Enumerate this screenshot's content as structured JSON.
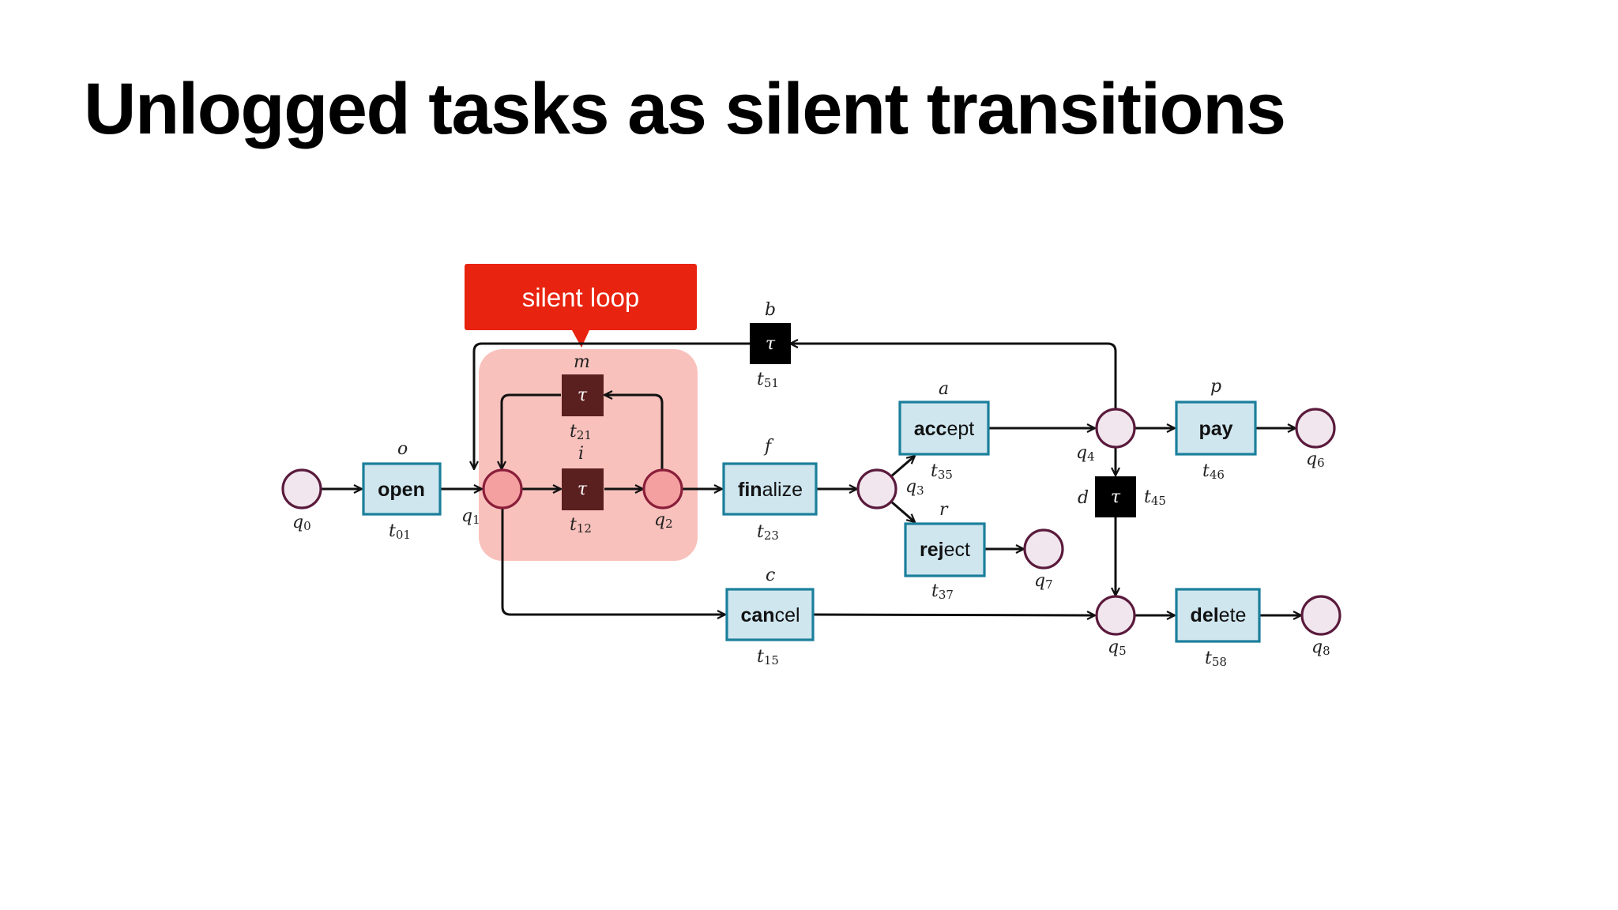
{
  "slide": {
    "title": "Unlogged tasks as silent transitions"
  },
  "callout": {
    "text": "silent loop"
  },
  "tau_symbol": "τ",
  "colors": {
    "highlight": "#f8b6b0",
    "callout": "#e8230f",
    "place_fill": "#f1e6ee",
    "place_stroke": "#5a1a3c",
    "transition_fill": "#cfe6ef",
    "transition_stroke": "#1b7f9b",
    "silent_transition": "#000000",
    "silent_loop_transition": "#5a1f1f"
  },
  "places": [
    {
      "id": "q0",
      "name": "q",
      "sub": "0"
    },
    {
      "id": "q1",
      "name": "q",
      "sub": "1"
    },
    {
      "id": "q2",
      "name": "q",
      "sub": "2"
    },
    {
      "id": "q3",
      "name": "q",
      "sub": "3"
    },
    {
      "id": "q4",
      "name": "q",
      "sub": "4"
    },
    {
      "id": "q5",
      "name": "q",
      "sub": "5"
    },
    {
      "id": "q6",
      "name": "q",
      "sub": "6"
    },
    {
      "id": "q7",
      "name": "q",
      "sub": "7"
    },
    {
      "id": "q8",
      "name": "q",
      "sub": "8"
    }
  ],
  "transitions": [
    {
      "id": "t01",
      "letter": "o",
      "bold": "open",
      "rest": ""
    },
    {
      "id": "t23",
      "letter": "f",
      "bold": "fin",
      "rest": "alize"
    },
    {
      "id": "t15",
      "letter": "c",
      "bold": "can",
      "rest": "cel"
    },
    {
      "id": "t35",
      "letter": "a",
      "bold": "acc",
      "rest": "ept"
    },
    {
      "id": "t37",
      "letter": "r",
      "bold": "rej",
      "rest": "ect"
    },
    {
      "id": "t46",
      "letter": "p",
      "bold": "pay",
      "rest": ""
    },
    {
      "id": "t58",
      "letter": "",
      "bold": "del",
      "rest": "ete"
    }
  ],
  "silent_transitions": [
    {
      "id": "t12",
      "letter": "i"
    },
    {
      "id": "t21",
      "letter": "m"
    },
    {
      "id": "t51",
      "letter": "b"
    },
    {
      "id": "t45",
      "letter": "d"
    }
  ],
  "transition_ids": {
    "t01": {
      "name": "t",
      "sub": "01"
    },
    "t12": {
      "name": "t",
      "sub": "12"
    },
    "t21": {
      "name": "t",
      "sub": "21"
    },
    "t23": {
      "name": "t",
      "sub": "23"
    },
    "t15": {
      "name": "t",
      "sub": "15"
    },
    "t35": {
      "name": "t",
      "sub": "35"
    },
    "t37": {
      "name": "t",
      "sub": "37"
    },
    "t46": {
      "name": "t",
      "sub": "46"
    },
    "t45": {
      "name": "t",
      "sub": "45"
    },
    "t51": {
      "name": "t",
      "sub": "51"
    },
    "t58": {
      "name": "t",
      "sub": "58"
    }
  }
}
